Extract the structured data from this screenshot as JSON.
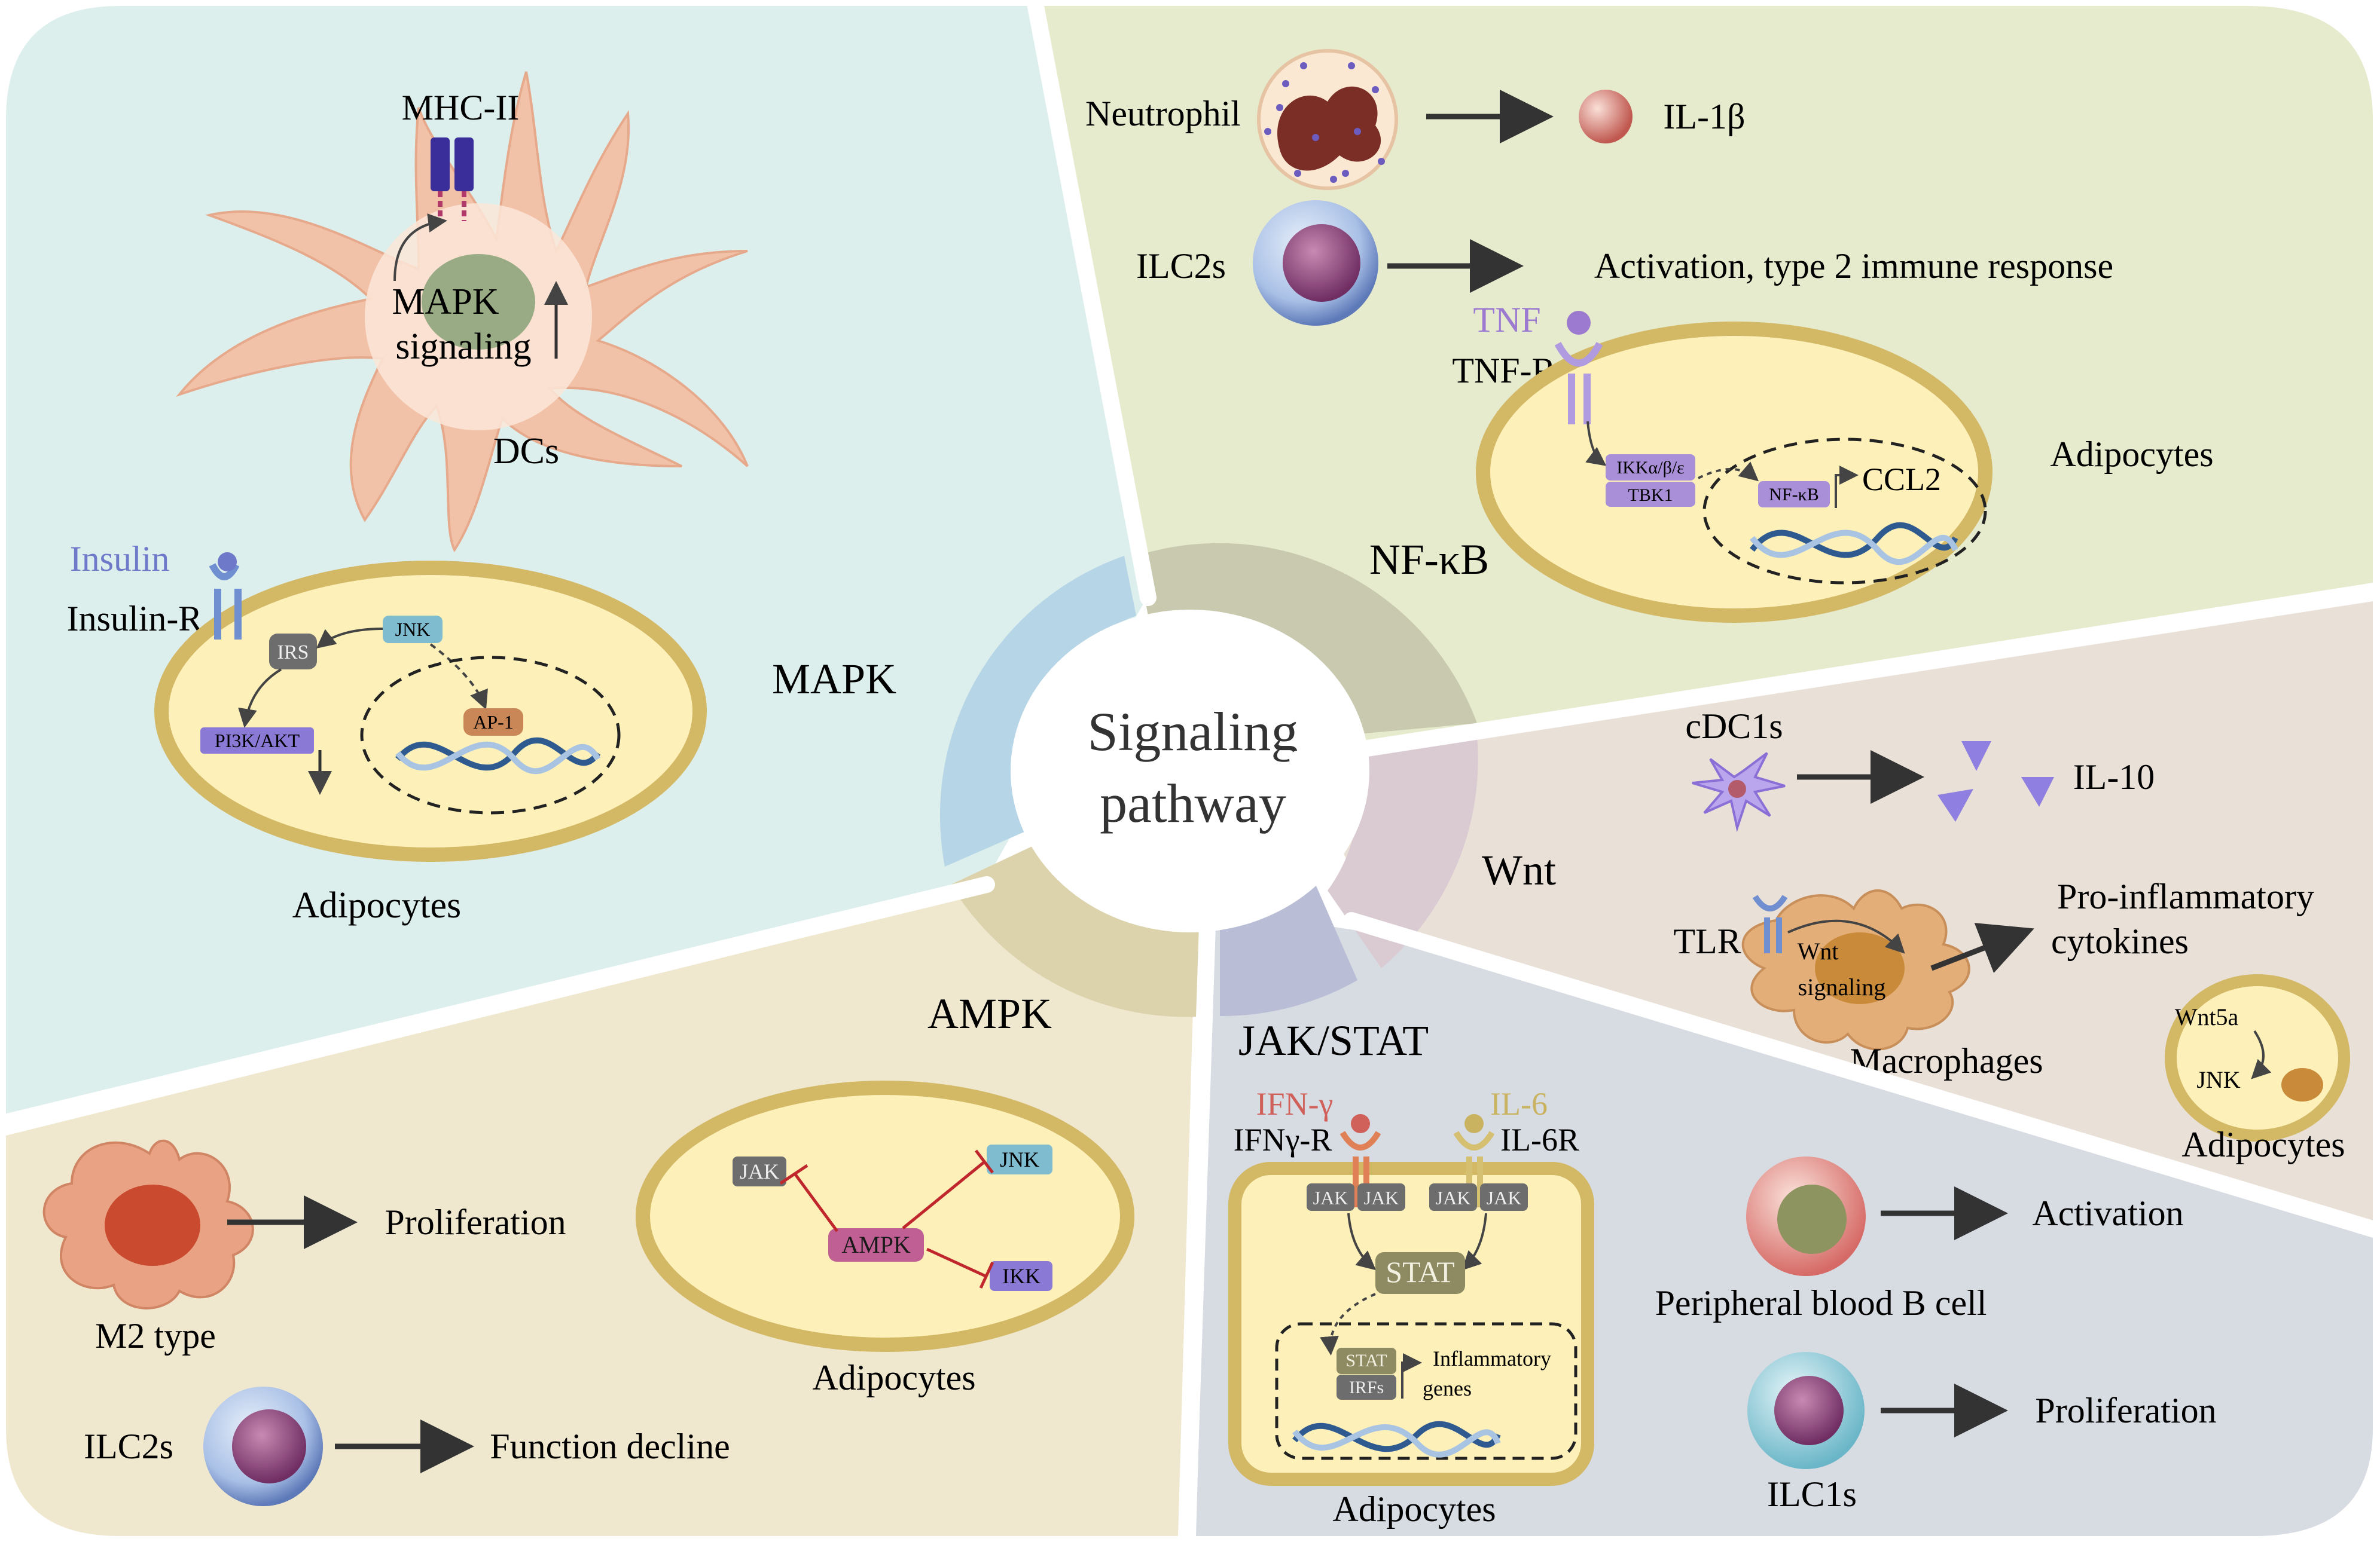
{
  "center": {
    "line1": "Signaling",
    "line2": "pathway"
  },
  "sections": {
    "mapk": "MAPK",
    "nfkb": "NF-κB",
    "wnt": "Wnt",
    "jakstat": "JAK/STAT",
    "ampk": "AMPK"
  },
  "mapk_panel": {
    "mhc": "MHC-II",
    "signal1": "MAPK",
    "signal2": "signaling",
    "dcs": "DCs",
    "insulin": "Insulin",
    "insulin_r": "Insulin-R",
    "irs": "IRS",
    "jnk": "JNK",
    "pi3k": "PI3K/AKT",
    "ap1": "AP-1",
    "adipocytes": "Adipocytes"
  },
  "nfkb_panel": {
    "neutrophil": "Neutrophil",
    "il1b": "IL-1β",
    "ilc2s": "ILC2s",
    "activation": "Activation, type 2 immune response",
    "tnf": "TNF",
    "tnf_r": "TNF-R",
    "ikk": "IKKα/β/ε",
    "tbk1": "TBK1",
    "nfkb_box": "NF-κB",
    "ccl2": "CCL2",
    "adipocytes": "Adipocytes"
  },
  "wnt_panel": {
    "cdc1s": "cDC1s",
    "il10": "IL-10",
    "tlr": "TLR",
    "wnt_sig1": "Wnt",
    "wnt_sig2": "signaling",
    "proinf1": "Pro-inflammatory",
    "proinf2": "cytokines",
    "macrophages": "Macrophages",
    "wnt5a": "Wnt5a",
    "jnk": "JNK",
    "adipocytes": "Adipocytes"
  },
  "jak_panel": {
    "ifng": "IFN-γ",
    "ifngr": "IFNγ-R",
    "il6": "IL-6",
    "il6r": "IL-6R",
    "jak": "JAK",
    "stat": "STAT",
    "stat_small": "STAT",
    "irfs": "IRFs",
    "inflam1": "Inflammatory",
    "inflam2": "genes",
    "adipocytes": "Adipocytes",
    "activation": "Activation",
    "bcell": "Peripheral blood B cell",
    "proliferation": "Proliferation",
    "ilc1s": "ILC1s"
  },
  "ampk_panel": {
    "proliferation": "Proliferation",
    "m2": "M2 type",
    "ilc2s": "ILC2s",
    "decline": "Function decline",
    "jak": "JAK",
    "jnk": "JNK",
    "ampk_box": "AMPK",
    "ikk": "IKK",
    "adipocytes": "Adipocytes"
  },
  "colors": {
    "mapk_bg": "#dcefed",
    "nfkb_bg": "#e6ebcd",
    "wnt_bg": "#e9e0d7",
    "jak_bg": "#d7dbe2",
    "ampk_bg": "#efe8cf",
    "cell_fill": "#fdf0b9",
    "cell_border": "#d3b865",
    "grey_box": "#6d6d6d",
    "inhibit": "#c0272d"
  }
}
